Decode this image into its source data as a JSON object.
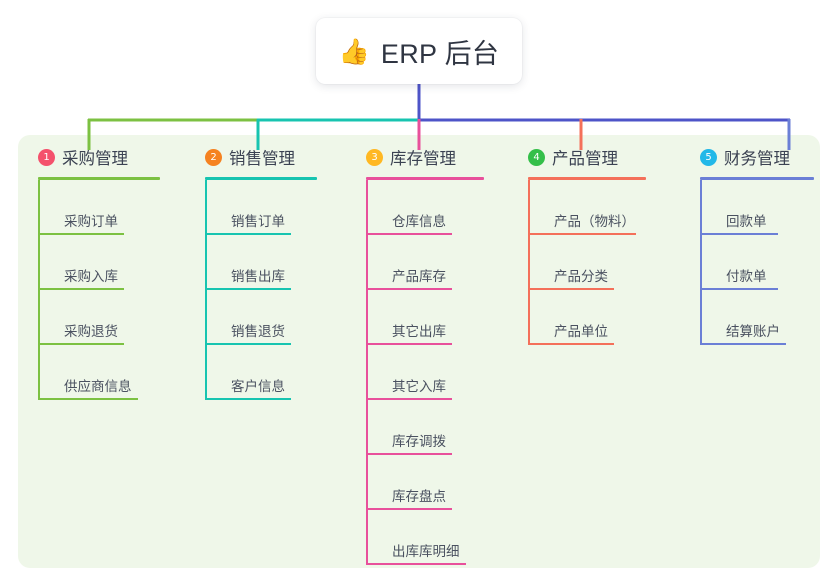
{
  "root": {
    "icon": "thumbs-up-icon",
    "icon_glyph": "👍",
    "title": "ERP 后台"
  },
  "canvas": {
    "background": "#ffffff",
    "panel_background": "#eff7e9"
  },
  "bus": {
    "segments": [
      {
        "name": "green",
        "color": "#7cc142"
      },
      {
        "name": "teal",
        "color": "#17c4b0"
      },
      {
        "name": "violet",
        "color": "#4e54c8"
      }
    ]
  },
  "columns": [
    {
      "index": "1",
      "badge_color": "#f4516c",
      "accent": "#7cc142",
      "title": "采购管理",
      "head_rule_width": 122,
      "leaves": [
        {
          "label": "采购订单",
          "rule_width": 86
        },
        {
          "label": "采购入库",
          "rule_width": 86
        },
        {
          "label": "采购退货",
          "rule_width": 86
        },
        {
          "label": "供应商信息",
          "rule_width": 100
        }
      ]
    },
    {
      "index": "2",
      "badge_color": "#f58220",
      "accent": "#17c4b0",
      "title": "销售管理",
      "head_rule_width": 112,
      "leaves": [
        {
          "label": "销售订单",
          "rule_width": 86
        },
        {
          "label": "销售出库",
          "rule_width": 86
        },
        {
          "label": "销售退货",
          "rule_width": 86
        },
        {
          "label": "客户信息",
          "rule_width": 86
        }
      ]
    },
    {
      "index": "3",
      "badge_color": "#ffb822",
      "accent": "#e8509b",
      "title": "库存管理",
      "head_rule_width": 118,
      "leaves": [
        {
          "label": "仓库信息",
          "rule_width": 86
        },
        {
          "label": "产品库存",
          "rule_width": 86
        },
        {
          "label": "其它出库",
          "rule_width": 86
        },
        {
          "label": "其它入库",
          "rule_width": 86
        },
        {
          "label": "库存调拨",
          "rule_width": 86
        },
        {
          "label": "库存盘点",
          "rule_width": 86
        },
        {
          "label": "出库库明细",
          "rule_width": 100
        }
      ]
    },
    {
      "index": "4",
      "badge_color": "#34bf49",
      "accent": "#f4705a",
      "title": "产品管理",
      "head_rule_width": 118,
      "leaves": [
        {
          "label": "产品（物料）",
          "rule_width": 108
        },
        {
          "label": "产品分类",
          "rule_width": 86
        },
        {
          "label": "产品单位",
          "rule_width": 86
        }
      ]
    },
    {
      "index": "5",
      "badge_color": "#22b8e8",
      "accent": "#6b7fd6",
      "title": "财务管理",
      "head_rule_width": 114,
      "leaves": [
        {
          "label": "回款单",
          "rule_width": 78
        },
        {
          "label": "付款单",
          "rule_width": 78
        },
        {
          "label": "结算账户",
          "rule_width": 86
        }
      ]
    }
  ]
}
